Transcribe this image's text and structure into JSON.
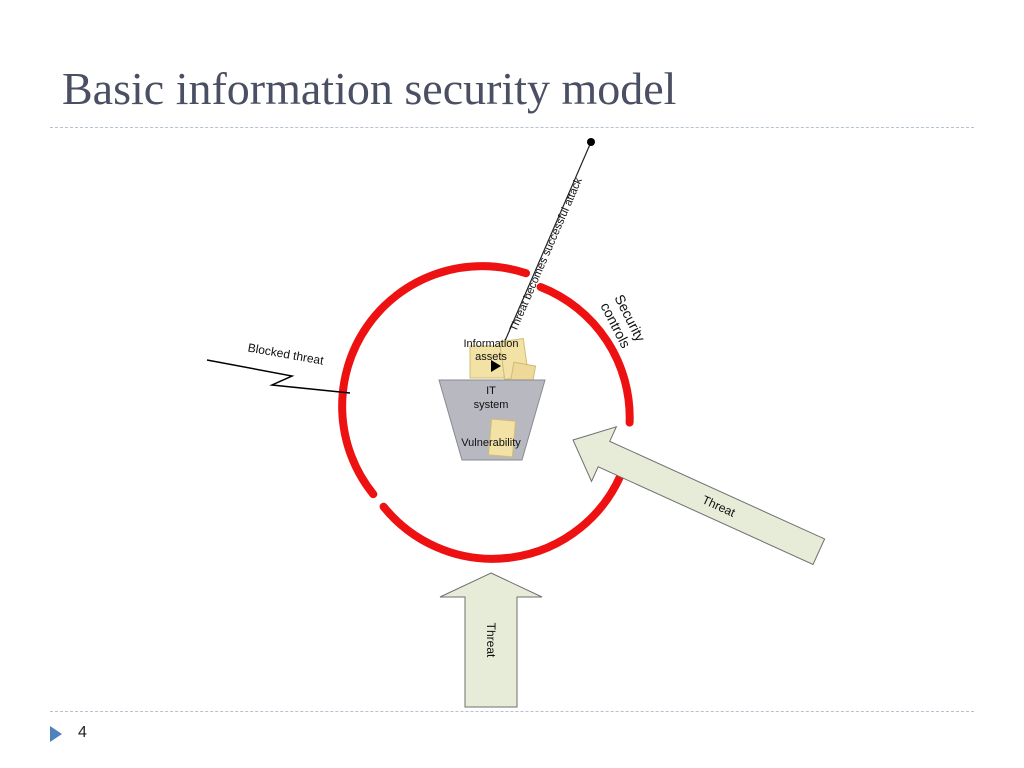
{
  "slide": {
    "title": "Basic information security model",
    "page_number": "4"
  },
  "diagram": {
    "labels": {
      "successful_attack": "Threat becomes successful attack",
      "security_controls_line1": "Security",
      "security_controls_line2": "controls",
      "blocked_threat": "Blocked threat",
      "info_assets_line1": "Information",
      "info_assets_line2": "assets",
      "it_system_line1": "IT",
      "it_system_line2": "system",
      "vulnerability": "Vulnerability",
      "threat_right": "Threat",
      "threat_bottom": "Threat"
    },
    "colors": {
      "security_ring": "#ee1111",
      "arrow_fill": "#e7ecd8",
      "arrow_stroke": "#6f6f6f",
      "it_system_fill": "#b8b8c0",
      "asset_fill": "#f2e2a6",
      "title_color": "#4a4f63",
      "footer_bullet": "#4f81bd"
    },
    "icons": {
      "attack_endpoint": "dot-icon",
      "attack_head": "triangle-right-icon",
      "blocked_threat": "lightning-bolt-icon",
      "footer_bullet": "triangle-right-icon"
    }
  }
}
